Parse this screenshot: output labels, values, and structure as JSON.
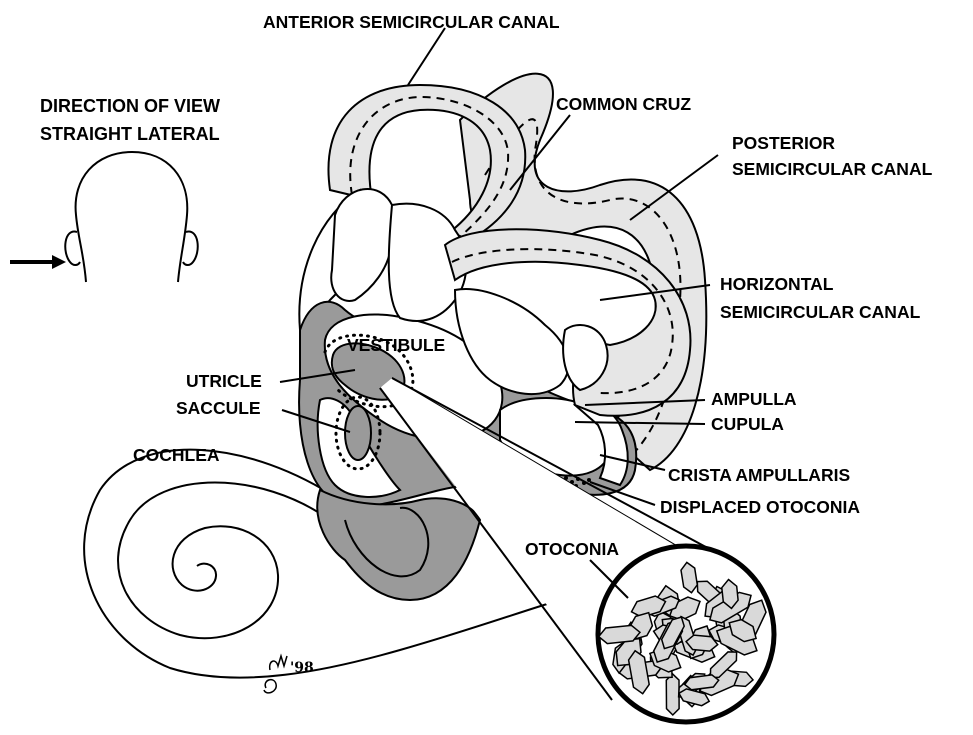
{
  "direction": {
    "line1": "DIRECTION OF VIEW",
    "line2": "STRAIGHT LATERAL"
  },
  "labels": {
    "anterior": "ANTERIOR SEMICIRCULAR CANAL",
    "common_cruz": "COMMON CRUZ",
    "posterior_line1": "POSTERIOR",
    "posterior_line2": "SEMICIRCULAR CANAL",
    "horizontal_line1": "HORIZONTAL",
    "horizontal_line2": "SEMICIRCULAR CANAL",
    "vestibule": "VESTIBULE",
    "utricle": "UTRICLE",
    "saccule": "SACCULE",
    "cochlea": "COCHLEA",
    "ampulla": "AMPULLA",
    "cupula": "CUPULA",
    "crista": "CRISTA AMPULLARIS",
    "displaced": "DISPLACED OTOCONIA",
    "otoconia": "OTOCONIA"
  },
  "signature": {
    "initials": "SM",
    "year": "'98"
  },
  "colors": {
    "ink": "#000000",
    "canal_fill": "#e6e6e6",
    "shade_fill": "#9a9a9a",
    "otoconia_fill": "#d9d9d9",
    "background": "#ffffff"
  }
}
